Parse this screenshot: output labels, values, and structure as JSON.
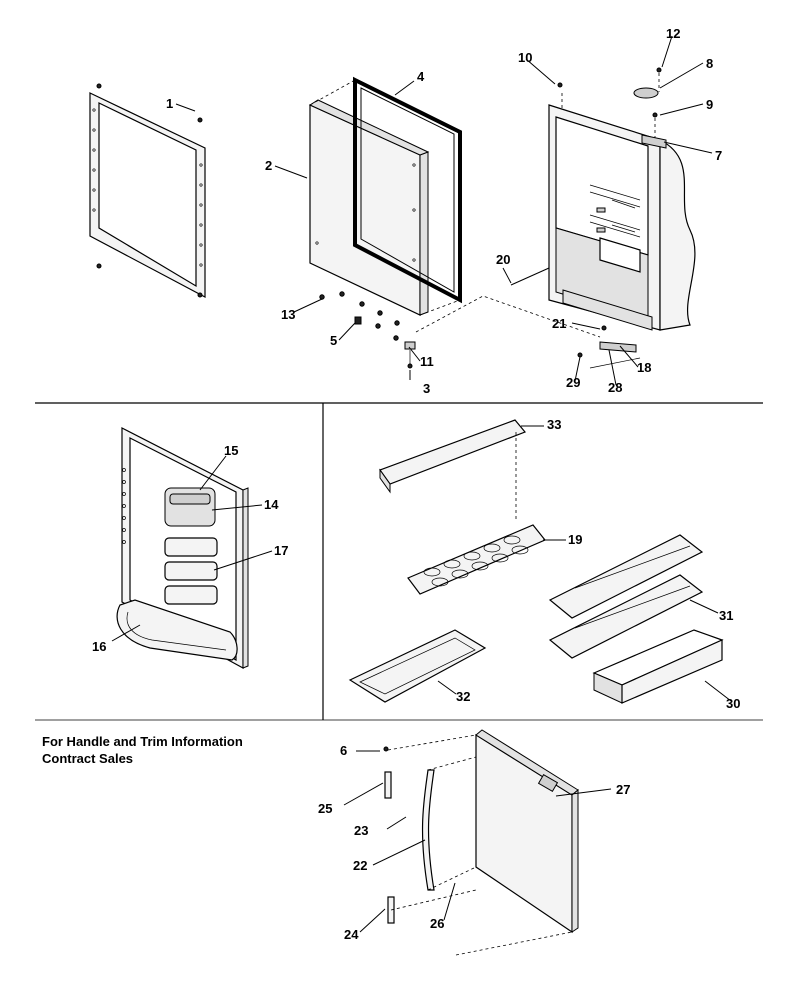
{
  "note": {
    "line1": "For Handle and Trim Information",
    "line2": "Contract Sales"
  },
  "callouts": {
    "c1": "1",
    "c2": "2",
    "c3": "3",
    "c4": "4",
    "c5": "5",
    "c6": "6",
    "c7": "7",
    "c8": "8",
    "c9": "9",
    "c10": "10",
    "c11": "11",
    "c12": "12",
    "c13": "13",
    "c14": "14",
    "c15": "15",
    "c16": "16",
    "c17": "17",
    "c18": "18",
    "c19": "19",
    "c20": "20",
    "c21": "21",
    "c22": "22",
    "c23": "23",
    "c24": "24",
    "c25": "25",
    "c26": "26",
    "c27": "27",
    "c28": "28",
    "c29": "29",
    "c30": "30",
    "c31": "31",
    "c32": "32",
    "c33": "33"
  }
}
